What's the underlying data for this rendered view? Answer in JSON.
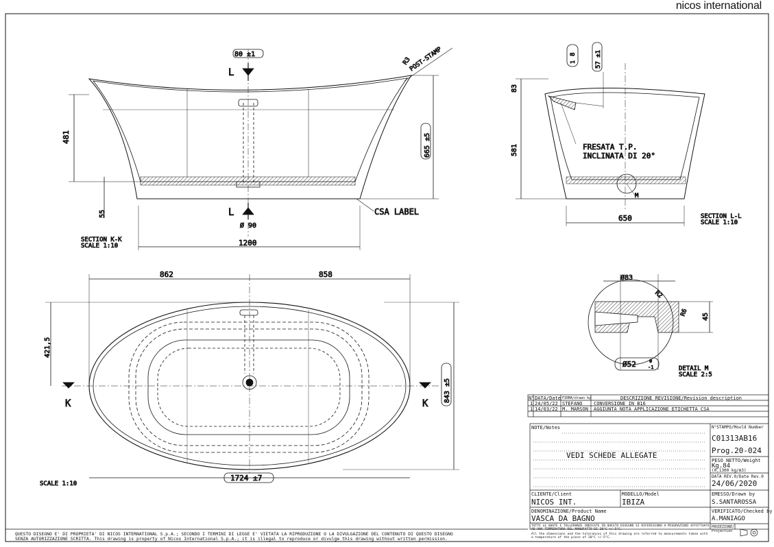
{
  "brand": "nicos international",
  "section_kk": {
    "title": "SECTION K-K",
    "scale": "SCALE 1:10",
    "dims": {
      "top_hole": "80 ±1",
      "height_481": "481",
      "height_665": "665 ±5",
      "base_55": "55",
      "drain": "Ø 90",
      "length": "1200"
    },
    "radius_note": "R3",
    "post_stamp": "POST-STAMP",
    "csa_label": "CSA LABEL",
    "cut_marker": "L"
  },
  "section_ll": {
    "title": "SECTION L-L",
    "scale": "SCALE 1:10",
    "dims": {
      "d83": "83",
      "d581": "581",
      "d650": "650",
      "d8": "8",
      "d1": "1",
      "d57": "57 ±1",
      "m": "M"
    },
    "note_line1": "FRESATA T.P.",
    "note_line2": "INCLINATA DI 20°"
  },
  "detail_m": {
    "title": "DETAIL M",
    "scale": "SCALE 2:5",
    "dims": {
      "d83": "Ø83",
      "r2": "R2",
      "r6": "R6",
      "h45": "45",
      "d52": "Ø52",
      "tol_top": "0",
      "tol_bot": "-1"
    }
  },
  "plan": {
    "scale": "SCALE 1:10",
    "dims": {
      "left": "862",
      "right": "858",
      "half_width": "421,5",
      "width": "843 ±5",
      "length": "1724 ±7"
    },
    "cut_marker": "K"
  },
  "revisions": {
    "headers": [
      "N°",
      "DATA/Date",
      "FIRMA/drawn by",
      "DESCRIZIONE REVISIONE/Revision description"
    ],
    "rows": [
      [
        "1",
        "24/05/22",
        "STEFANO",
        "CONVERSIONE IN B16"
      ],
      [
        "1",
        "14/03/22",
        "M. MARSON",
        "AGGIUNTA NOTA APPLICAZIONE ETICHETTA CSA"
      ]
    ]
  },
  "title_block": {
    "notes_label": "NOTE/Notes",
    "notes_value": "VEDI SCHEDE ALLEGATE",
    "mould_label": "N°STAMPO/Mould Number",
    "mould_value": "C01313AB16",
    "prog": "Prog.20-024",
    "weight_label": "PESO NETTO/Weight",
    "weight_value": "Kg.84",
    "density": "(0,1300 kg/m3)",
    "date_label": "DATA REV.0/Date Rev.0",
    "date_value": "24/06/2020",
    "client_label": "CLIENTE/Client",
    "client_value": "NICOS INT.",
    "model_label": "MODELLO/Model",
    "model_value": "IBIZA",
    "drawn_label": "EMESSO/Drawn by",
    "drawn_value": "S.SANTAROSSA",
    "product_label": "DENOMINAZIONE/Product Name",
    "product_value": "VASCA DA BAGNO",
    "tolerance_it": "TUTTE LE QUOTE E TOLLERANZE INDICATE IN QUESTO DISEGNO SI RIFERISCONO A MISURAZIONI EFFETTUATE AD UNA TEMPERATURA DEL MANUFATTO DI 20°C +/-5°C.",
    "tolerance_en": "All the dimensions and the tolerances of this drawing are referred to measurements taken with a temperature of the piece of 20°C +/-5°C.",
    "checked_label": "VERIFICATO/Checked by",
    "checked_value": "A.MANIAGO",
    "projection_label": "PROIEZIONE/ Projection"
  },
  "footer": {
    "line1": "QUESTO DISEGNO E' DI PROPRIETA' DI NICOS INTERNATIONAL S.p.A.; SECONDO I TERMINI DI LEGGE E' VIETATA LA RIPRODUZIONE O LA DIVULGAZIONE DEL CONTENUTO DI QUESTO DISEGNO",
    "line2": "SENZA AUTORIZZAZIONE SCRITTA. This drawing is property of Nicos International S.p.A.; it is illegal to reproduce or divulge this drawing without written permission."
  }
}
